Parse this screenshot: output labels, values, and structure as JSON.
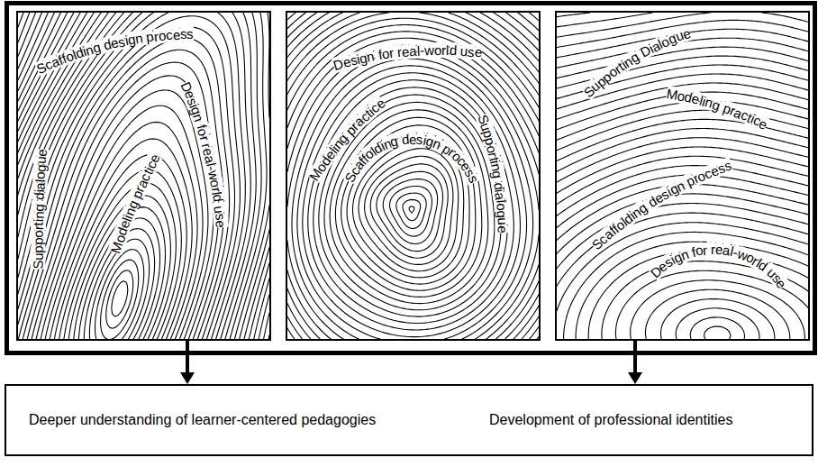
{
  "diagram": {
    "nodes": [
      {
        "text": [
          "Scaffolding design process",
          "Design for real-world use",
          "Supporting dialogue",
          "Modeling practice"
        ]
      },
      {
        "text": [
          "Design for real-world use",
          "Modeling practice",
          "Scaffolding design process",
          "Supporting dialogue"
        ]
      },
      {
        "text": [
          "Supporting Dialogue",
          "Modeling practice",
          "Scaffolding design process",
          "Design for real-world use"
        ]
      },
      {
        "text": [
          "Deeper understanding of learner-centered pedagogies",
          "Development of professional identities"
        ]
      }
    ],
    "edges": [
      {
        "from": 0,
        "to": 3,
        "arrow": "to"
      },
      {
        "from": 2,
        "to": 3,
        "arrow": "to"
      }
    ]
  }
}
